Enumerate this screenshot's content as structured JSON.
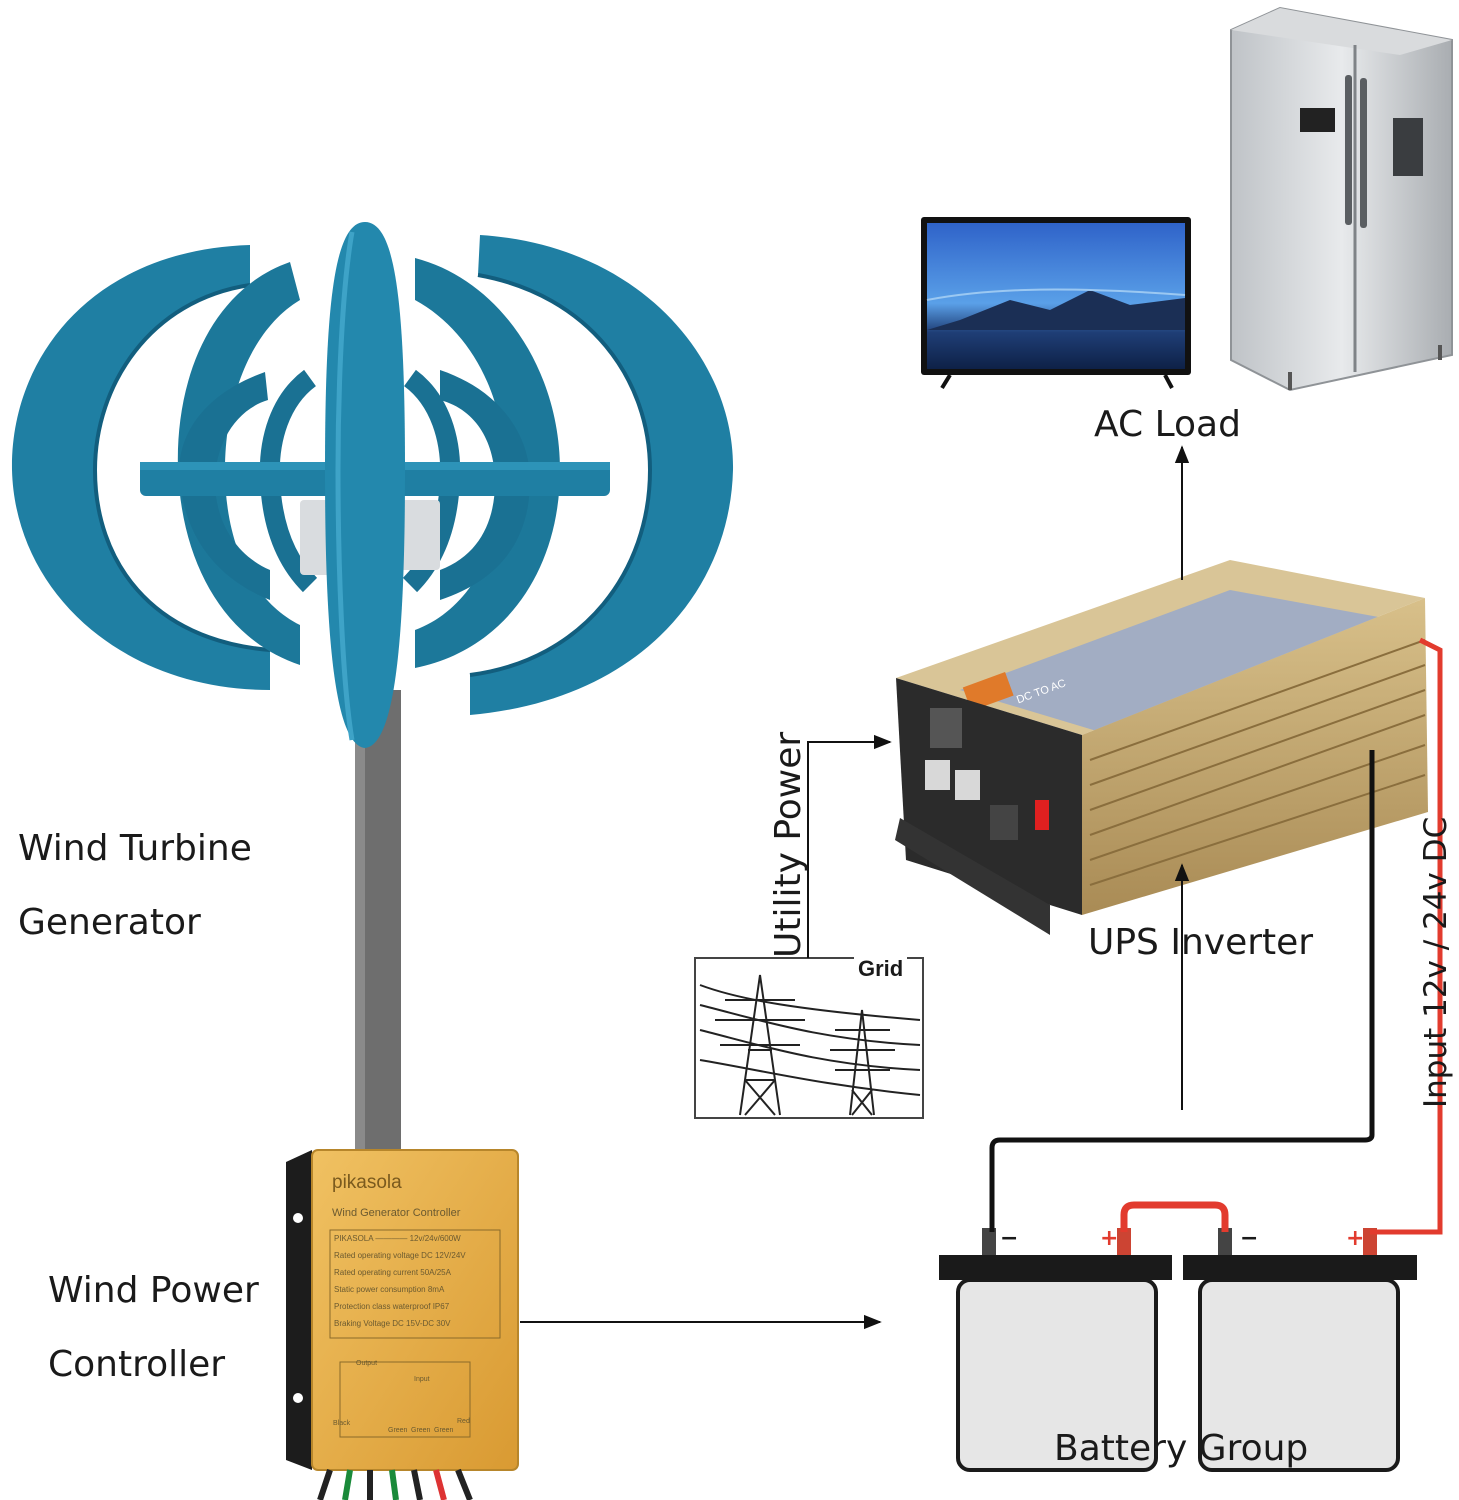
{
  "labels": {
    "wind_turbine": [
      "Wind Turbine",
      "Generator"
    ],
    "wind_controller": [
      "Wind Power",
      "Controller"
    ],
    "ac_load": "AC Load",
    "ups_inverter": "UPS Inverter",
    "utility_power": "Utility Power",
    "grid": "Grid",
    "input_dc": "Input 12v / 24v DC",
    "battery_group": "Battery Group"
  },
  "controller_plate": {
    "brand": "pikasola",
    "title": "Wind Generator Controller",
    "lines": [
      "PIKASOLA ———— 12v/24v/600W",
      "Rated operating voltage DC 12V/24V",
      "Rated operating current 50A/25A",
      "Static power consumption 8mA",
      "Protection class waterproof IP67",
      "Braking Voltage DC 15V-DC 30V"
    ],
    "wiring": {
      "output": "Output",
      "input": "Input",
      "black": "Black",
      "red": "Red",
      "green1": "Green",
      "green2": "Green",
      "green3": "Green"
    }
  },
  "inverter_plate": "DC TO AC",
  "battery_terminals": {
    "left_neg": "−",
    "left_pos": "+",
    "right_neg": "−",
    "right_pos": "+"
  },
  "colors": {
    "turbine": "#1f7fa3",
    "turbine_dark": "#125e7e",
    "pole": "#6e6e6e",
    "controller": "#e9b24d",
    "inverter": "#c9ab6e",
    "battery": "#e6e6e6",
    "red_wire": "#e23b2e",
    "black_wire": "#111111"
  },
  "icons": [
    "wind-turbine-icon",
    "controller-icon",
    "inverter-icon",
    "tv-icon",
    "fridge-icon",
    "power-tower-icon",
    "battery-icon"
  ]
}
